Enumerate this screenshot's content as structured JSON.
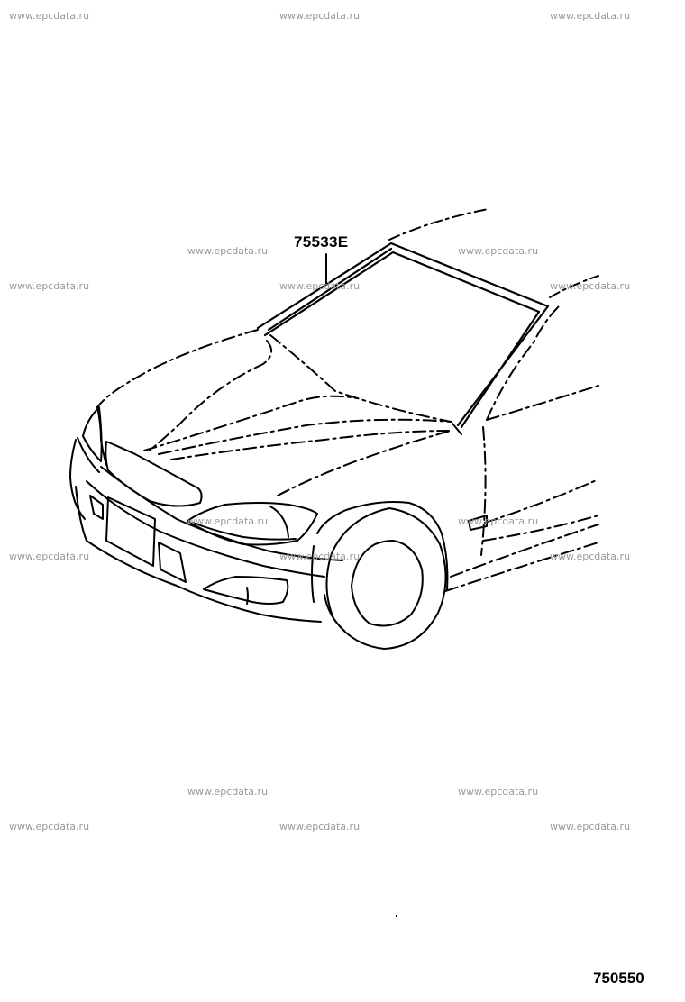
{
  "watermark_text": "www.epcdata.ru",
  "callouts": {
    "windshield_molding": "75533E"
  },
  "diagram_id": "750550"
}
